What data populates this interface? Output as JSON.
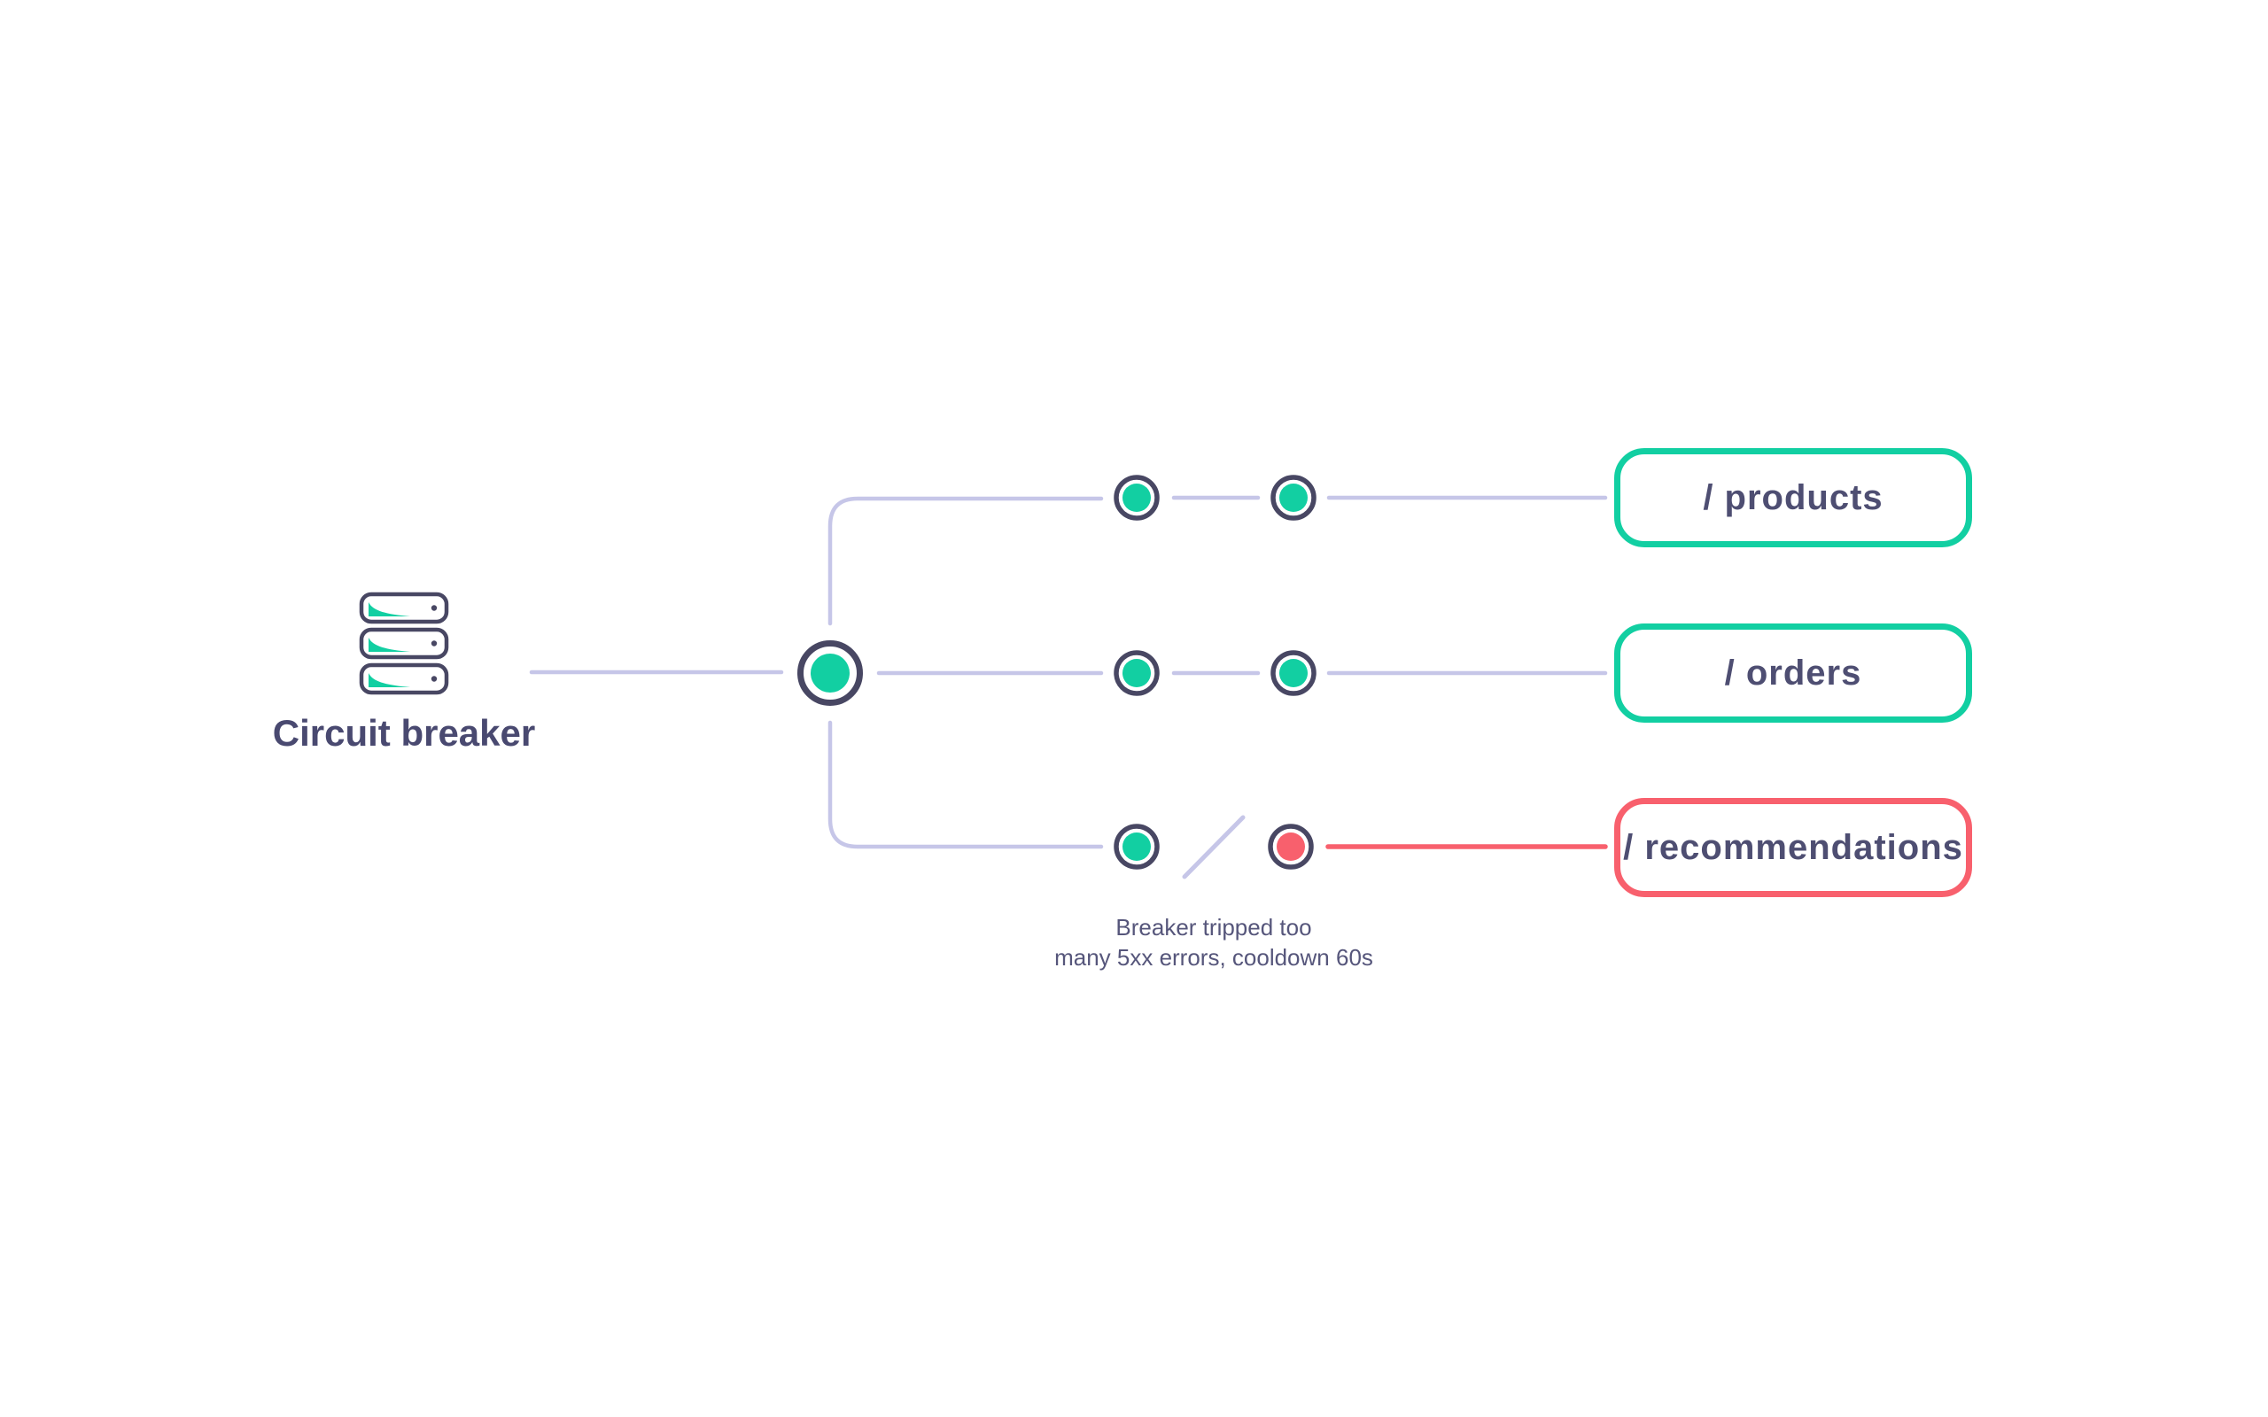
{
  "colors": {
    "teal": "#12CFA2",
    "coral": "#F8606D",
    "navy": "#484763",
    "lavender": "#C6C6E8",
    "label": "#494970",
    "boxtext": "#4E4E72",
    "note": "#56567B",
    "background": "#FFFFFF"
  },
  "diagram": {
    "source": {
      "label": "Circuit breaker",
      "icon": "server-stack-icon"
    },
    "routes": [
      {
        "label": "/ products",
        "accent": "#12CFA2",
        "tripped": false
      },
      {
        "label": "/ orders",
        "accent": "#12CFA2",
        "tripped": false
      },
      {
        "label": "/ recommendations",
        "accent": "#F8606D",
        "tripped": true
      }
    ],
    "note": {
      "line1": "Breaker tripped too",
      "line2": "many 5xx errors, cooldown 60s"
    }
  }
}
